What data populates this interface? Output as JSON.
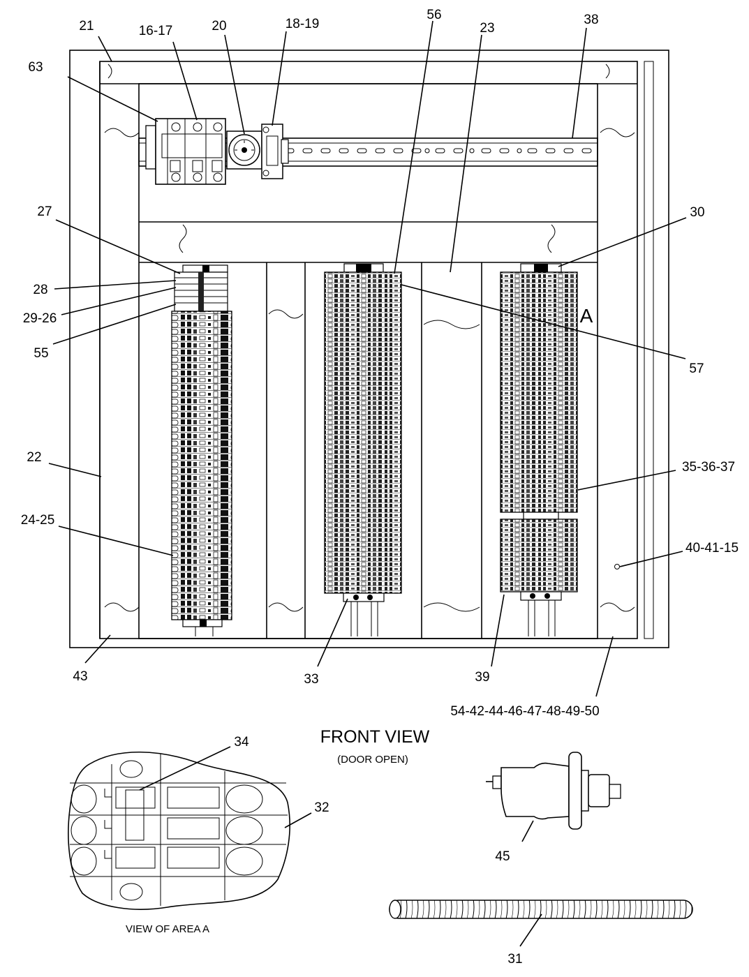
{
  "title": "FRONT VIEW",
  "subtitle": "(DOOR OPEN)",
  "detail_caption": "VIEW OF AREA A",
  "area_marker": "A",
  "callouts": {
    "c21": "21",
    "c16_17": "16-17",
    "c20": "20",
    "c18_19": "18-19",
    "c56": "56",
    "c23": "23",
    "c38": "38",
    "c63": "63",
    "c27": "27",
    "c30": "30",
    "c28": "28",
    "c29_26": "29-26",
    "c55": "55",
    "c57": "57",
    "c22": "22",
    "c35_36_37": "35-36-37",
    "c24_25": "24-25",
    "c40_41_15": "40-41-15",
    "c43": "43",
    "c33": "33",
    "c39": "39",
    "c54_50": "54-42-44-46-47-48-49-50",
    "c34": "34",
    "c32": "32",
    "c45": "45",
    "c31": "31"
  }
}
